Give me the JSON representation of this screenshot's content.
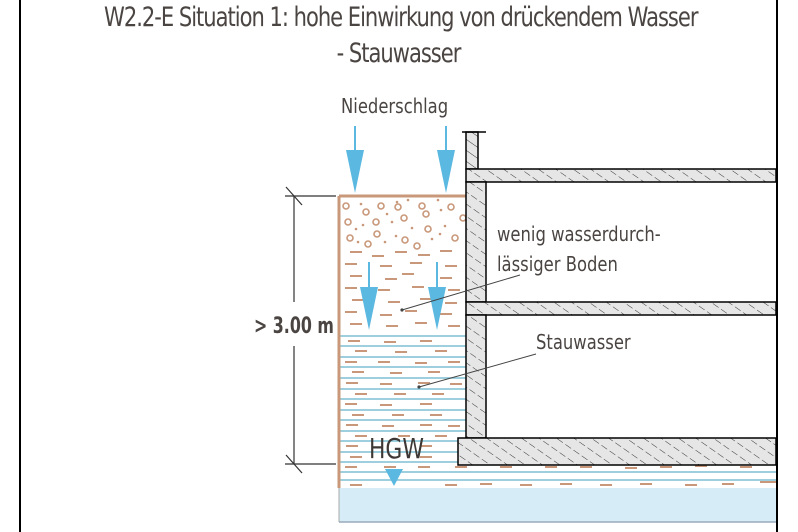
{
  "title": {
    "line1": "W2.2-E Situation 1: hohe Einwirkung von drückendem Wasser",
    "line2": "- Stauwasser"
  },
  "labels": {
    "precipitation": "Niederschlag",
    "soil_label_line1": "wenig wasserdurch-",
    "soil_label_line2": "lässiger Boden",
    "perched_water": "Stauwasser",
    "groundwater": "HGW",
    "dimension": "> 3.00 m"
  },
  "colors": {
    "text": "#4a4542",
    "soil": "#c9987a",
    "water_line": "#7fbfd4",
    "water_fill": "#d6ecf7",
    "arrow": "#5bb8e0",
    "concrete_fill": "#e6e6e6",
    "outline": "#000000"
  }
}
